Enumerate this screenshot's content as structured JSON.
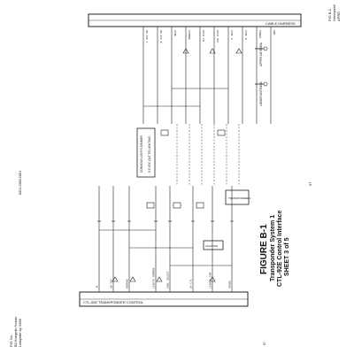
{
  "header": {
    "left_line1": "FIG No.",
    "left_line2": "B0 Koegelin Nonav",
    "left_line3": "Lafayette by 1986",
    "right_line1": "FIG B-1",
    "right_line2": "Honeywell",
    "right_line3": "APRD"
  },
  "caption": {
    "figure": "FIGURE B-1",
    "title": "Transponder System 1",
    "subtitle": "CTL-92E Control Interface",
    "sheet": "SHEET 3 of 5"
  },
  "blocks": {
    "transponder": "CTL-92E TRANSPONDER CONTROL",
    "cable_harness": "CABLE HARNESS",
    "dimmer": "CONSOLE LIGHTS DIMMER",
    "dimmer_sub": "0-5 VDC OUT TO LIGHTING",
    "upper_antenna": "UPPER ANTENNA",
    "lower_antenna": "LOWER ANTENNA",
    "xpdr": "TRANSPONDER 1",
    "ltg": "LIGHTING"
  },
  "pin_labels": {
    "left": [
      "J1",
      "28 VDC",
      "GROUND",
      "LIGHTS COMMON",
      "DUAL SELECT",
      "5V CTL",
      "LIGHTS DIM",
      "SPARE"
    ],
    "right": [
      "RS-422 A",
      "RS-422 B",
      "SYNC",
      "STROBE",
      "DATA IN",
      "DATA OUT",
      "CTRL A",
      "CTRL B",
      "POWER",
      "GND"
    ]
  },
  "footer": {
    "page_number": "97",
    "left_code": "D201-C880-D801",
    "right_code": "87"
  }
}
